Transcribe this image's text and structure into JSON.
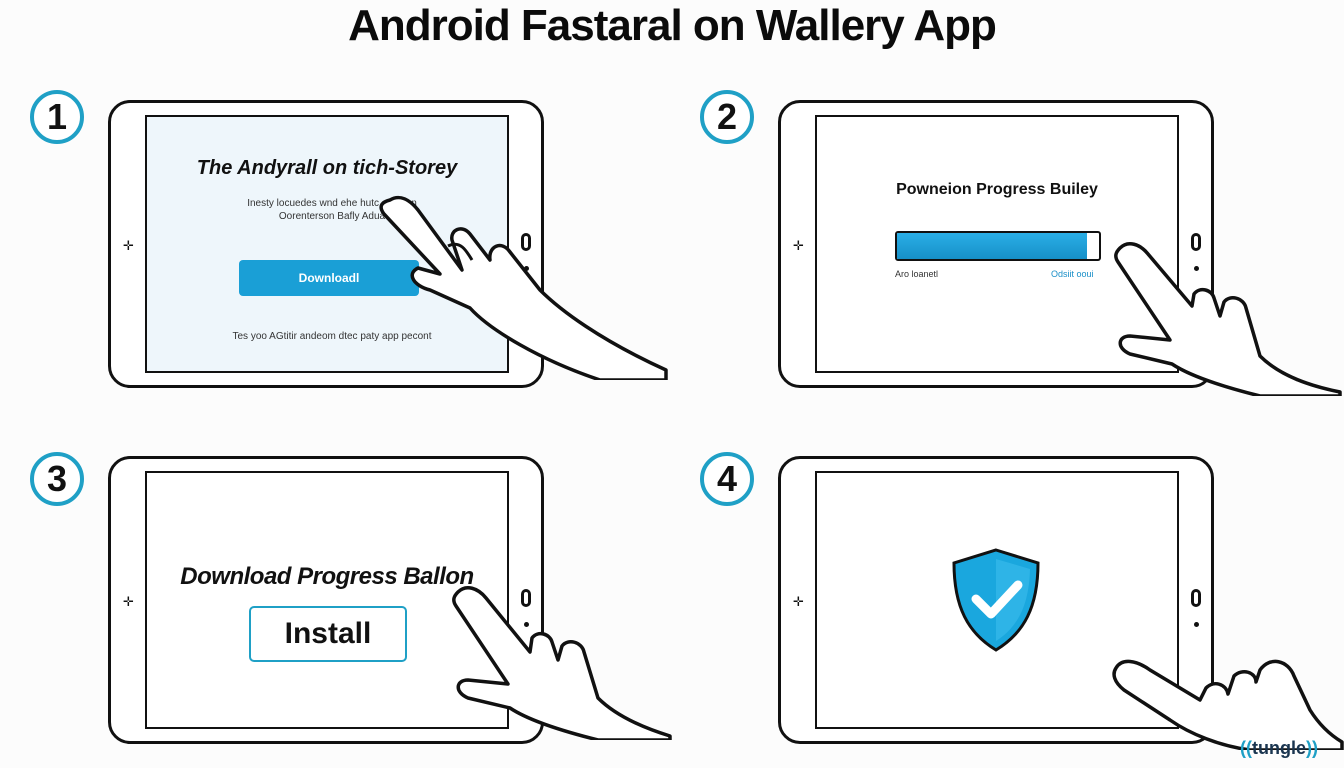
{
  "title": "Android Fastaral on Wallery App",
  "steps": [
    {
      "number": "1",
      "heading": "The Andyrall on tich-Storey",
      "body_line1": "Inesty locuedes wnd ehe hutc ay efien",
      "body_line2": "Oorenterson Bafly Adua",
      "button_label": "Downloadl",
      "footer": "Tes yoo AGtitir andeom dtec paty app pecont"
    },
    {
      "number": "2",
      "heading": "Powneion Progress Builey",
      "progress_fraction": 0.94,
      "left_caption": "Aro loanetl",
      "right_caption": "Odsiit ooui"
    },
    {
      "number": "3",
      "heading": "Download Progress Ballon",
      "button_label": "Install"
    },
    {
      "number": "4",
      "icon": "shield-check-icon"
    }
  ],
  "logo_text": "tungle",
  "colors": {
    "accent": "#1fa0c6",
    "button_fill": "#1a9fd6",
    "outline": "#111111"
  }
}
